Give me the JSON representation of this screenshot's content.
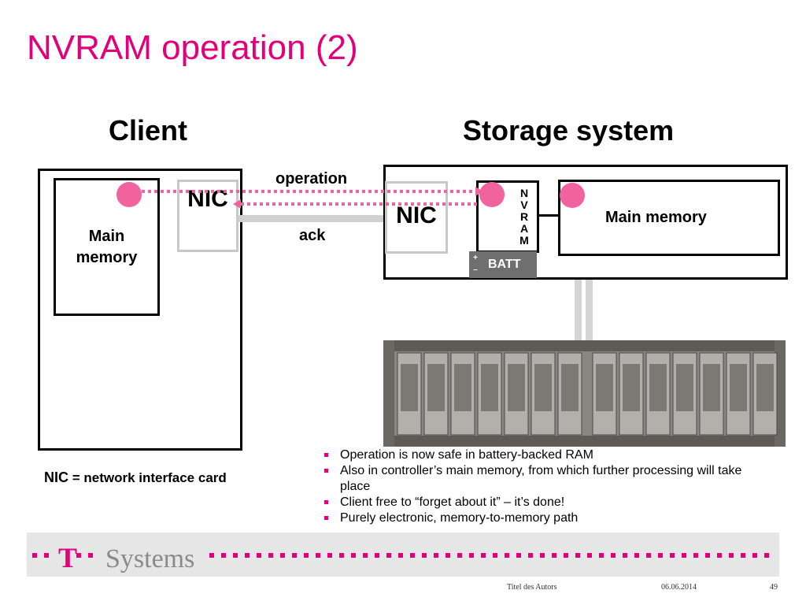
{
  "slide": {
    "title": "NVRAM operation (2)",
    "accent_color": "#e2007a",
    "dot_color": "#f0639e"
  },
  "client": {
    "heading": "Client",
    "main_memory_label": "Main memory",
    "nic_label": "NIC"
  },
  "storage": {
    "heading": "Storage system",
    "nic_label": "NIC",
    "nvram_letters": [
      "N",
      "V",
      "R",
      "A",
      "M"
    ],
    "main_memory_label": "Main memory",
    "batt_label": "BATT",
    "batt_plus": "+",
    "batt_minus": "–"
  },
  "arrows": {
    "operation_label": "operation",
    "ack_label": "ack"
  },
  "bullets": [
    "Operation is now safe in battery-backed RAM",
    "Also in controller’s main memory, from which further processing will take place",
    "Client free to “forget about it” – it’s done!",
    "Purely electronic, memory-to-memory path"
  ],
  "nic_definition": {
    "term": "NIC",
    "rest": " = network interface card"
  },
  "footer": {
    "logo_letter": "T",
    "logo_text": "Systems",
    "author": "Titel des Autors",
    "date": "06.06.2014",
    "page": "49"
  }
}
